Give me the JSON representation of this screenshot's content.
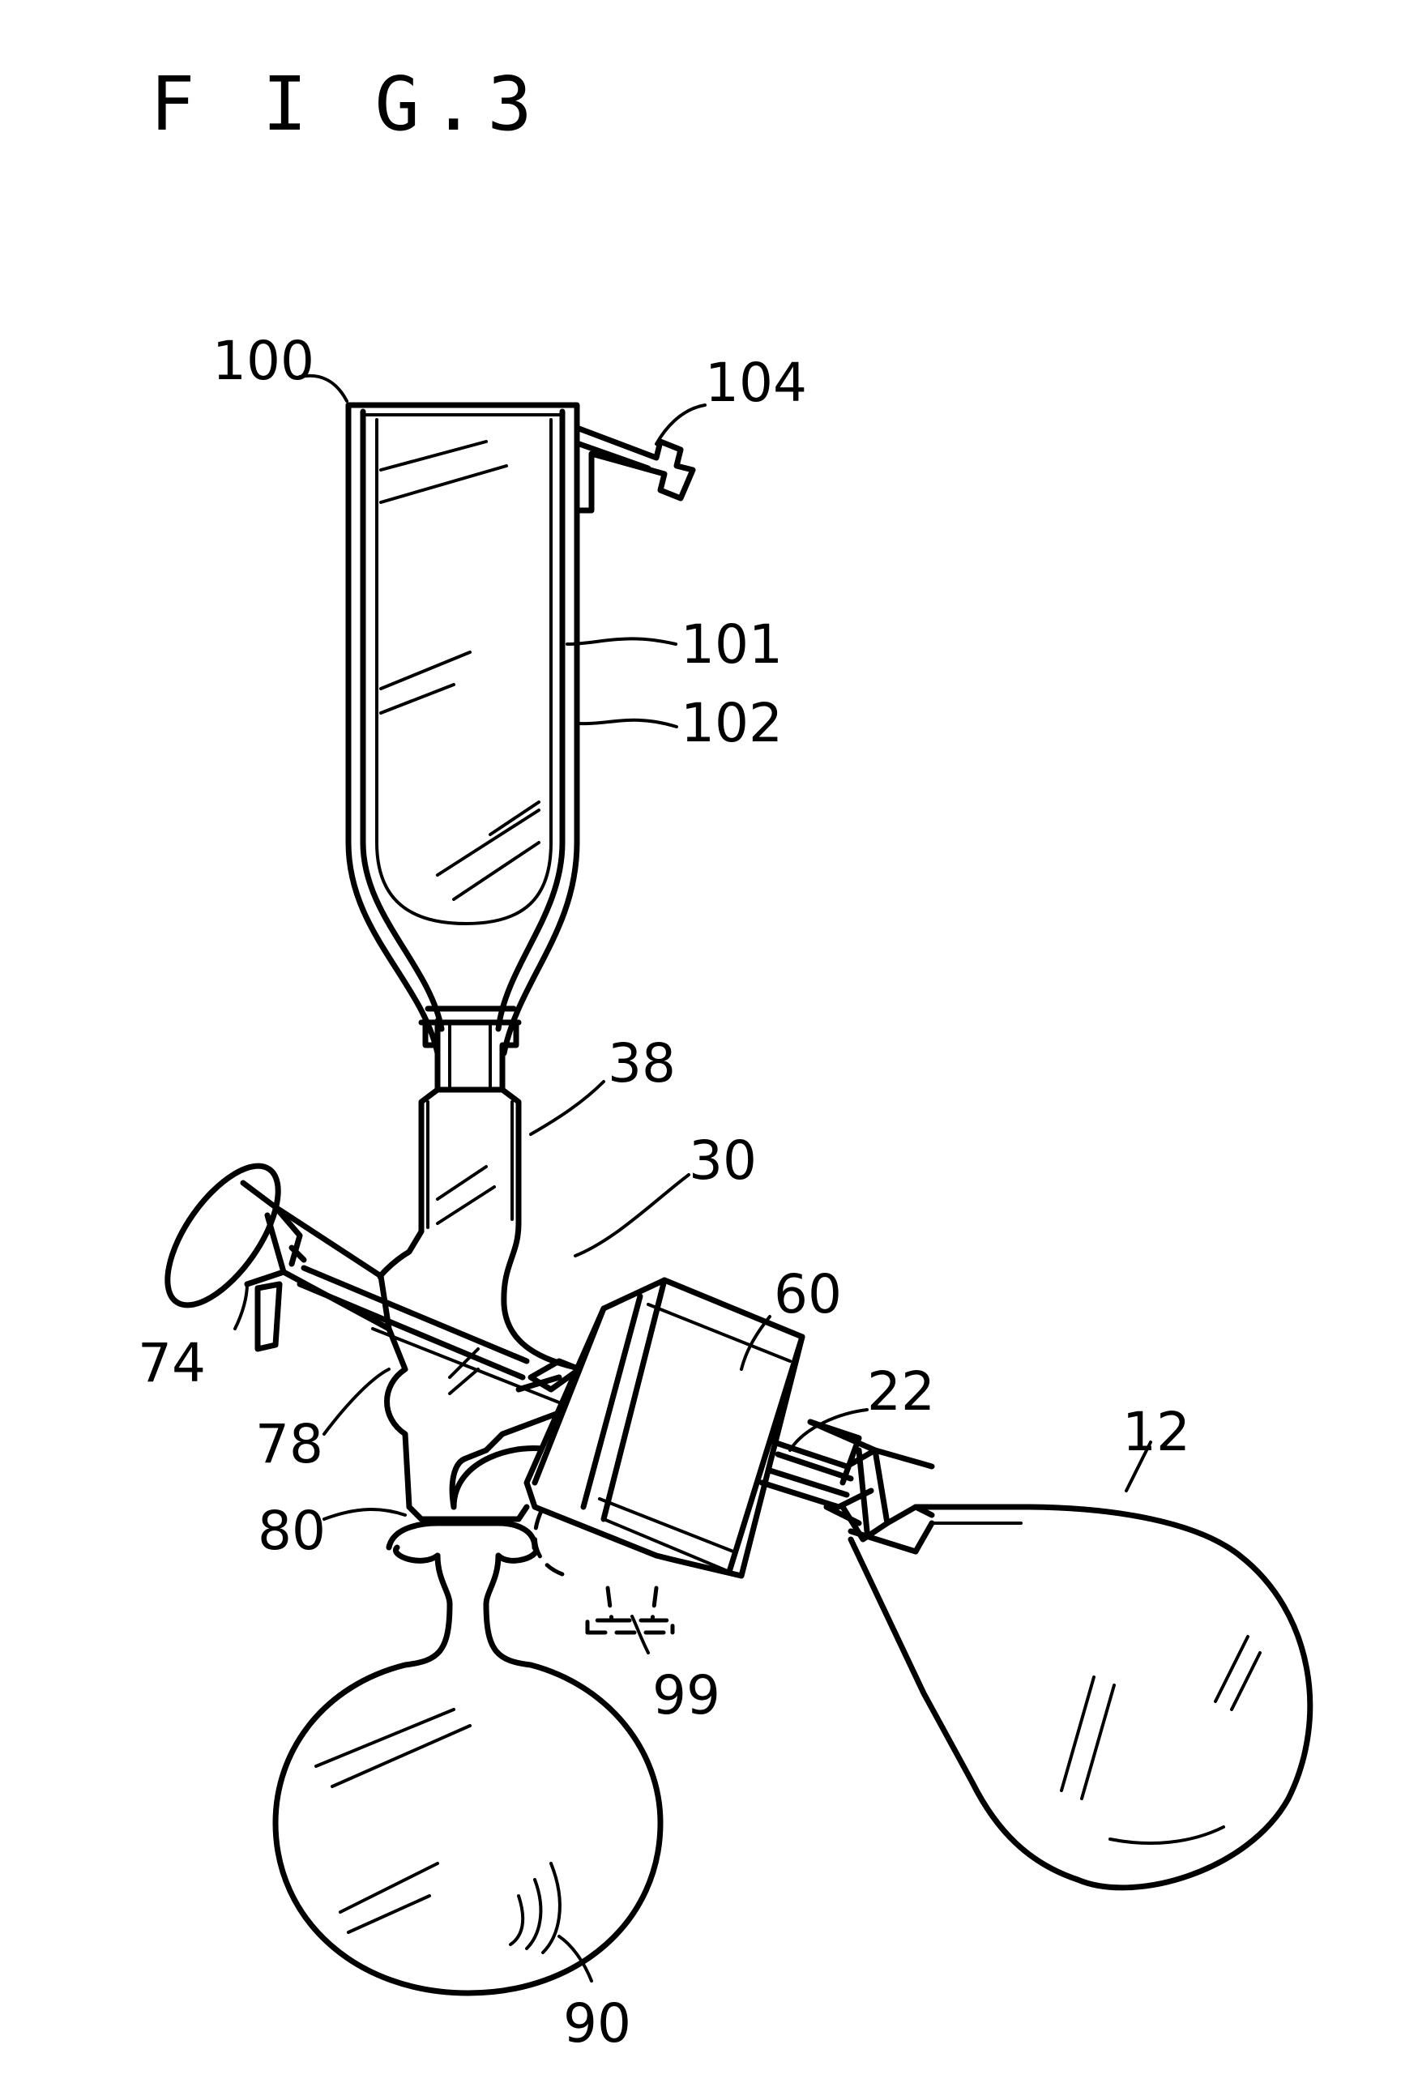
{
  "figure": {
    "title": "F I G.3",
    "labels": {
      "l100": "100",
      "l104": "104",
      "l101": "101",
      "l102": "102",
      "l38": "38",
      "l30": "30",
      "l60": "60",
      "l22": "22",
      "l12": "12",
      "l74": "74",
      "l78": "78",
      "l80": "80",
      "l99": "99",
      "l90": "90"
    }
  }
}
